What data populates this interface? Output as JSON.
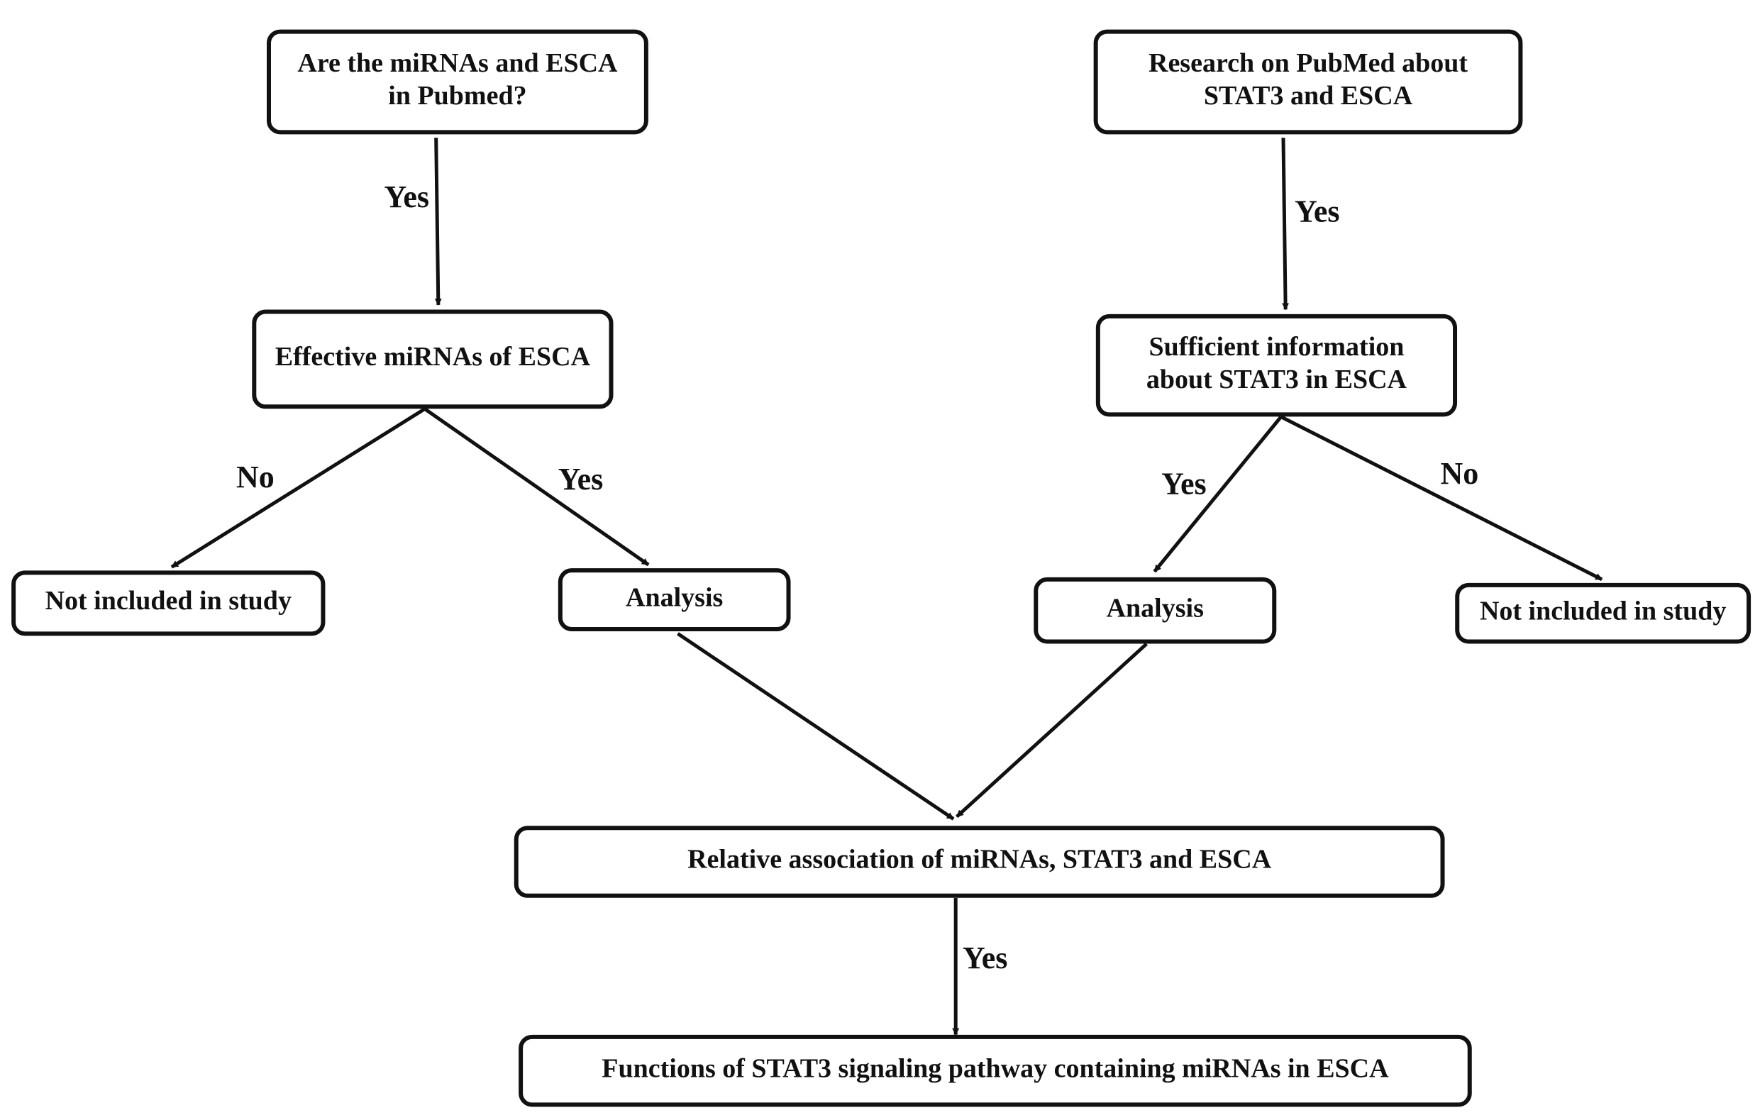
{
  "nodes": {
    "mirna_pubmed": {
      "lines": [
        "Are the miRNAs and ESCA",
        "in Pubmed?"
      ]
    },
    "stat3_pubmed": {
      "lines": [
        "Research on PubMed about",
        "STAT3 and ESCA"
      ]
    },
    "effective_mirnas": {
      "lines": [
        "Effective miRNAs of ESCA"
      ]
    },
    "sufficient_info": {
      "lines": [
        "Sufficient information",
        "about STAT3 in ESCA"
      ]
    },
    "not_included_left": {
      "lines": [
        "Not included in study"
      ]
    },
    "analysis_left": {
      "lines": [
        "Analysis"
      ]
    },
    "analysis_right": {
      "lines": [
        "Analysis"
      ]
    },
    "not_included_right": {
      "lines": [
        "Not included in study"
      ]
    },
    "relative_association": {
      "lines": [
        "Relative association of miRNAs, STAT3 and ESCA"
      ]
    },
    "functions": {
      "lines": [
        "Functions of STAT3 signaling pathway containing miRNAs in ESCA"
      ]
    }
  },
  "edges": {
    "mirna_to_effective": {
      "label": "Yes"
    },
    "stat3_to_sufficient": {
      "label": "Yes"
    },
    "effective_to_not_included": {
      "label": "No"
    },
    "effective_to_analysis": {
      "label": "Yes"
    },
    "sufficient_to_analysis": {
      "label": "Yes"
    },
    "sufficient_to_not_included": {
      "label": "No"
    },
    "analysis_left_to_relative": {
      "label": ""
    },
    "analysis_right_to_relative": {
      "label": ""
    },
    "relative_to_functions": {
      "label": "Yes"
    }
  }
}
